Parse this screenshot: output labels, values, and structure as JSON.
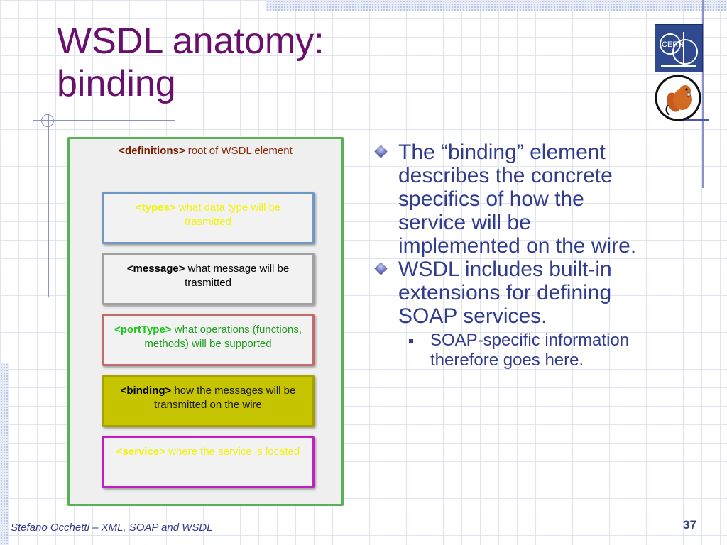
{
  "title": {
    "line1": "WSDL anatomy:",
    "line2": "binding"
  },
  "logos": {
    "cern": {
      "icon": "cern-logo",
      "text": "CERN"
    },
    "beaver": {
      "icon": "beaver-logo"
    }
  },
  "diagram": {
    "definitions": {
      "tag": "<definitions>",
      "text": " root of WSDL element"
    },
    "types": {
      "tag": "<types>",
      "text": " what data type will be trasmitted"
    },
    "message": {
      "tag": "<message>",
      "text": " what message will be trasmitted"
    },
    "porttype": {
      "tag": "<portType>",
      "text": " what operations (functions, methods) will be supported"
    },
    "binding": {
      "tag": "<binding>",
      "text": " how the messages will be transmitted on the wire"
    },
    "service": {
      "tag": "<service>",
      "text": " where the service is located"
    }
  },
  "bullets": [
    {
      "text": "The “binding” element describes the concrete specifics of how the service will be implemented on the wire."
    },
    {
      "text": "WSDL includes built-in extensions for defining SOAP services."
    }
  ],
  "sub_bullets": [
    {
      "text": "SOAP-specific information therefore goes here."
    }
  ],
  "footer": {
    "author": "Stefano Occhetti – XML, SOAP and WSDL",
    "page": "37"
  },
  "colors": {
    "title": "#6b0f6e",
    "body_text": "#323c8c",
    "definitions_border": "#59b157",
    "binding_fill": "#c6c300"
  }
}
